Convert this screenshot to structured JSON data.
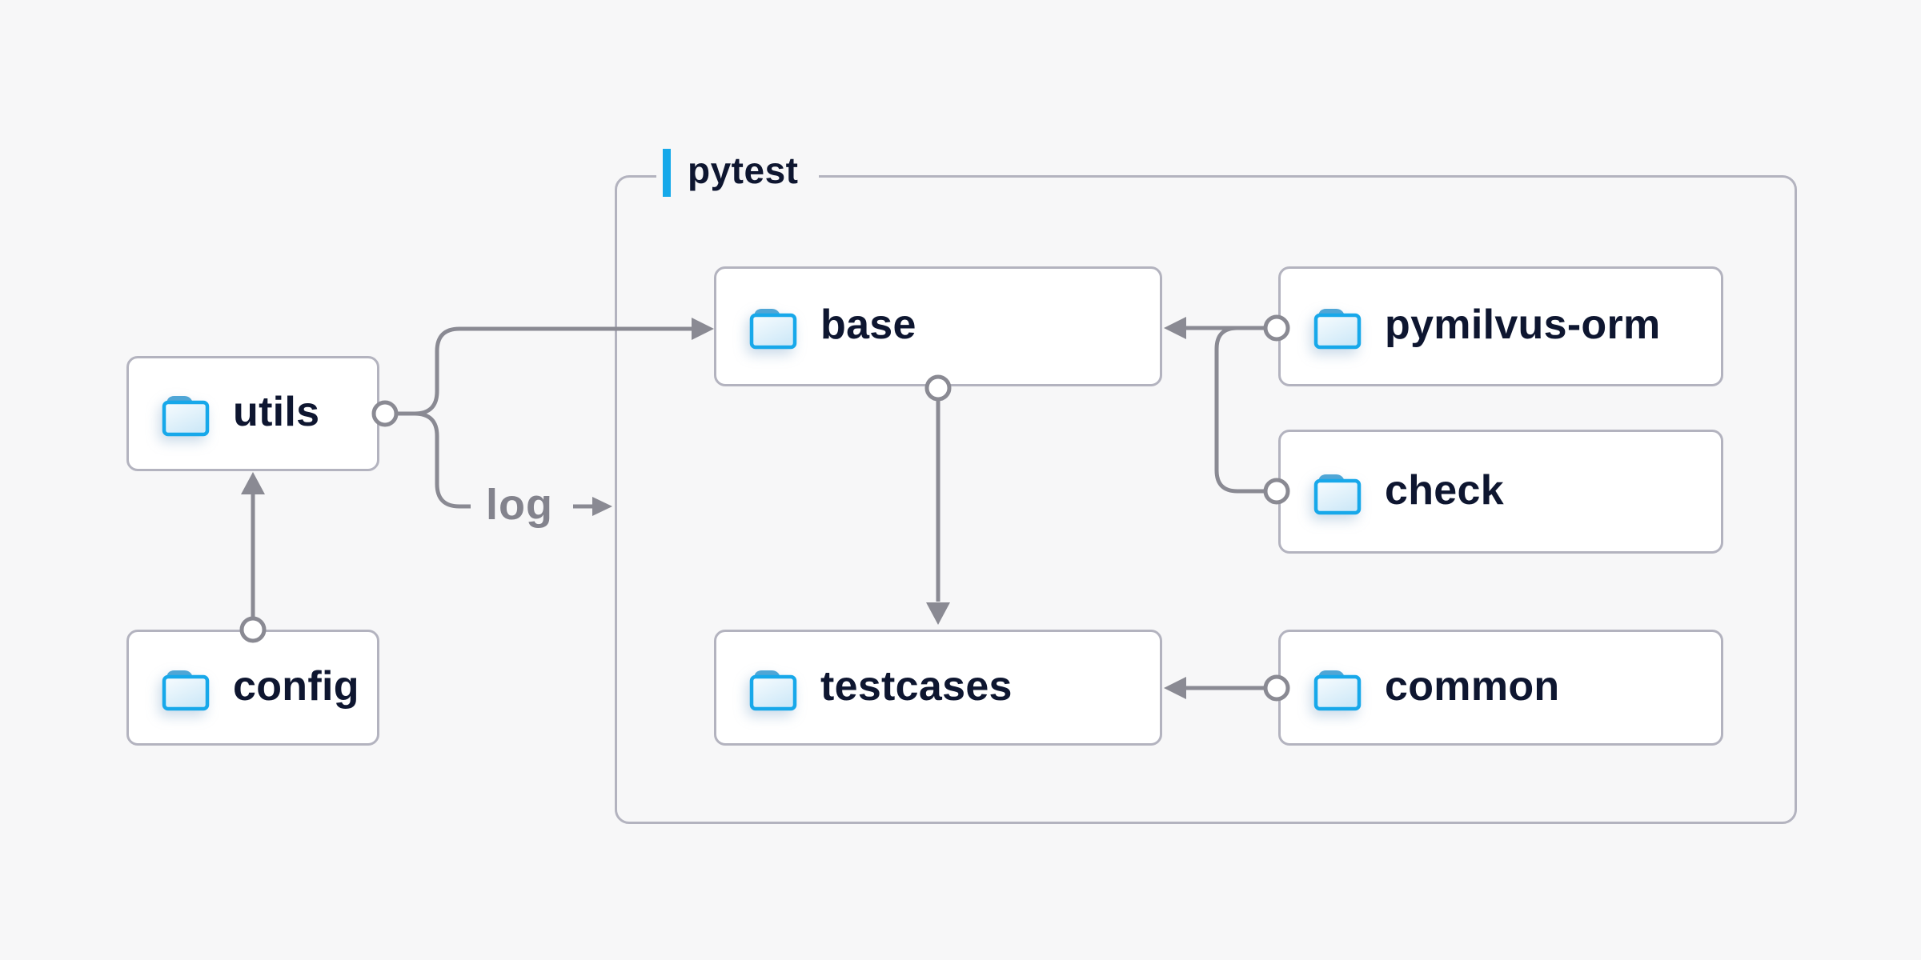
{
  "canvas": {
    "background": "#f7f7f8"
  },
  "palette": {
    "accent_blue": "#16a9ea",
    "line_gray": "#8a8a93",
    "box_border": "#b3b3bf",
    "box_background": "#ffffff",
    "text_navy": "#0e1630",
    "edge_label_gray": "#83838d",
    "folder_stroke": "#17a8ea",
    "folder_tab": "#4fa6d6",
    "folder_fill_top": "#f6fbfe",
    "folder_fill_bottom": "#cfe9f8"
  },
  "group": {
    "label": "pytest"
  },
  "nodes": [
    {
      "id": "utils",
      "label": "utils",
      "icon": "folder"
    },
    {
      "id": "config",
      "label": "config",
      "icon": "folder"
    },
    {
      "id": "base",
      "label": "base",
      "icon": "folder"
    },
    {
      "id": "pymilvus-orm",
      "label": "pymilvus-orm",
      "icon": "folder"
    },
    {
      "id": "check",
      "label": "check",
      "icon": "folder"
    },
    {
      "id": "testcases",
      "label": "testcases",
      "icon": "folder"
    },
    {
      "id": "common",
      "label": "common",
      "icon": "folder"
    }
  ],
  "edge_label": {
    "text": "log"
  },
  "edges": [
    {
      "from": "config",
      "to": "utils"
    },
    {
      "from": "utils",
      "to": "base"
    },
    {
      "from": "utils",
      "to": "log"
    },
    {
      "from": "pymilvus-orm",
      "to": "base"
    },
    {
      "from": "check",
      "to": "base"
    },
    {
      "from": "base",
      "to": "testcases"
    },
    {
      "from": "common",
      "to": "testcases"
    }
  ]
}
